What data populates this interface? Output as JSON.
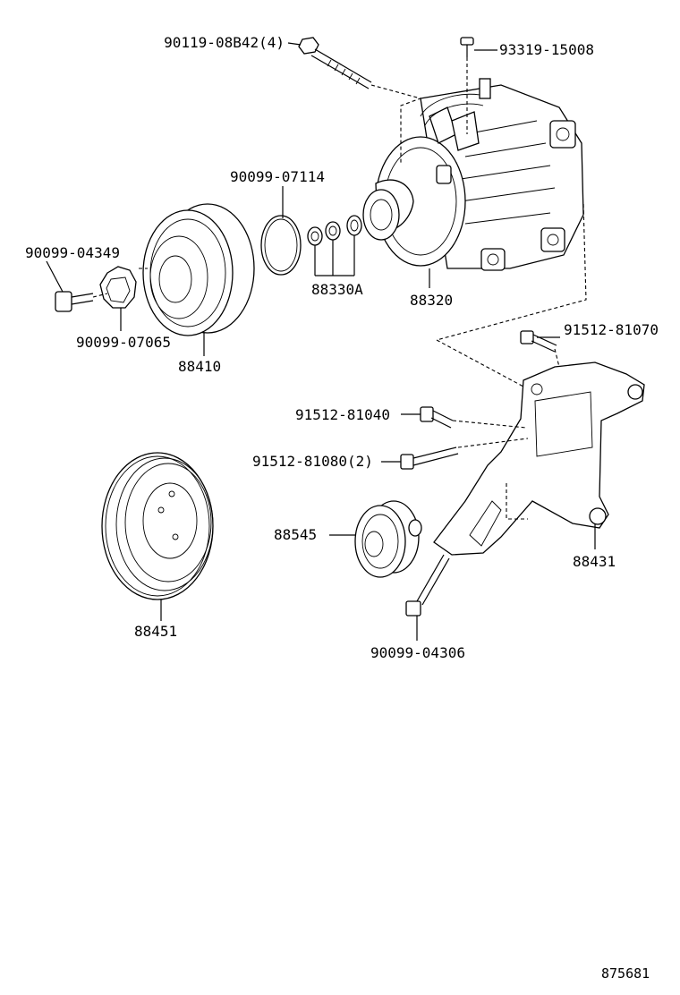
{
  "figure_number": "875681",
  "parts": {
    "bolt_top": "90119-08B42(4)",
    "screw_top": "93319-15008",
    "snap_ring": "90099-07114",
    "bolt_clutch": "90099-04349",
    "washers": "88330A",
    "compressor": "88320",
    "lock_plate": "90099-07065",
    "clutch_pulley": "88410",
    "bolt_bracket_top": "91512-81070",
    "bolt_bracket_mid": "91512-81040",
    "bolt_bracket_long": "91512-81080(2)",
    "idler_pulley": "88545",
    "bracket": "88431",
    "crank_pulley": "88451",
    "bolt_idler": "90099-04306"
  },
  "colors": {
    "ink": "#000000",
    "paper": "#ffffff"
  }
}
